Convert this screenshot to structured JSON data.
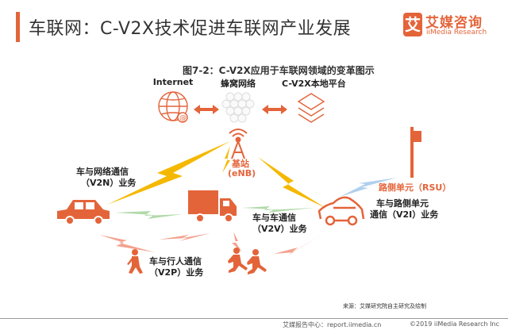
{
  "header": {
    "title": "车联网：C-V2X技术促进车联网产业发展",
    "logo_glyph": "艾",
    "logo_cn": "艾媒咨询",
    "logo_en": "iiMedia Research"
  },
  "figure": {
    "title": "图7-2：C-V2X应用于车联网领域的变革图示",
    "top_nodes": [
      {
        "label": "Internet",
        "icon": "globe-at-icon"
      },
      {
        "label": "蜂窝网络",
        "icon": "honeycomb-icon"
      },
      {
        "label": "C-V2X本地平台",
        "icon": "layers-icon"
      }
    ],
    "base_station": {
      "label_line1": "基站",
      "label_line2": "(eNB)",
      "icon": "cell-tower-icon"
    },
    "rsu": {
      "label": "路侧单元（RSU）",
      "icon": "roadside-unit-icon"
    },
    "links": {
      "v2n": {
        "line1": "车与网络通信",
        "line2": "（V2N）业务"
      },
      "v2v": {
        "line1": "车与车通信",
        "line2": "（V2V）业务"
      },
      "v2i": {
        "line1": "车与路侧单元",
        "line2": "通信（V2I）业务"
      },
      "v2p": {
        "line1": "车与行人通信",
        "line2": "（V2P）业务"
      }
    },
    "colors": {
      "accent": "#e4643a",
      "v2n_bolt": "#f5b800",
      "v2v_bolt": "#a9d5a0",
      "v2i_bolt": "#a9cbea",
      "v2p_bolt": "#f2907a"
    }
  },
  "source": "来源：艾媒研究院自主研究及绘制",
  "footer": {
    "left": "艾媒报告中心：report.iimedia.cn",
    "right": "©2019  iiMedia Research  Inc"
  }
}
